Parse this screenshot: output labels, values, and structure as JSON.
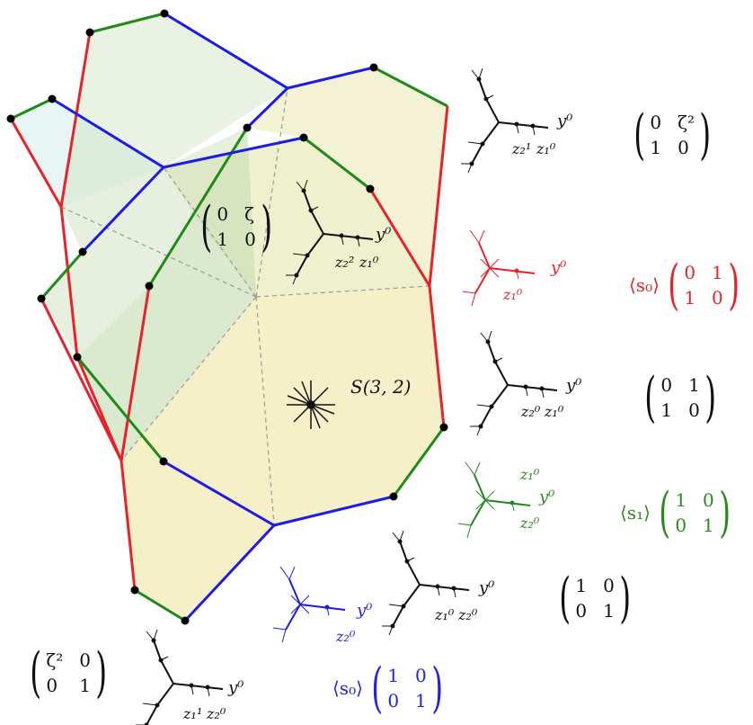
{
  "colors": {
    "red": "#e8222a",
    "green": "#1f8a1a",
    "blue": "#1c1ce6",
    "black": "#111111",
    "fill_yellow": "#efe9a8",
    "fill_green": "#cfe3c2",
    "fill_teal": "#d6ecec"
  },
  "center_label": "S(3, 2)",
  "matrices": [
    {
      "id": "m1",
      "prefix": "",
      "entries": [
        "0",
        "ζ²",
        "1",
        "0"
      ],
      "color": "black"
    },
    {
      "id": "m2",
      "prefix": "⟨s₀⟩",
      "entries": [
        "0",
        "1",
        "1",
        "0"
      ],
      "color": "red"
    },
    {
      "id": "m3",
      "prefix": "",
      "entries": [
        "0",
        "1",
        "1",
        "0"
      ],
      "color": "black"
    },
    {
      "id": "m4",
      "prefix": "⟨s₁⟩",
      "entries": [
        "1",
        "0",
        "0",
        "1"
      ],
      "color": "green"
    },
    {
      "id": "m5",
      "prefix": "",
      "entries": [
        "1",
        "0",
        "0",
        "1"
      ],
      "color": "black"
    },
    {
      "id": "m6",
      "prefix": "⟨s₀⟩",
      "entries": [
        "1",
        "0",
        "0",
        "1"
      ],
      "color": "blue"
    },
    {
      "id": "m7",
      "prefix": "",
      "entries": [
        "ζ²",
        "0",
        "0",
        "1"
      ],
      "color": "black"
    },
    {
      "id": "m8",
      "prefix": "",
      "entries": [
        "0",
        "ζ",
        "1",
        "0"
      ],
      "color": "black"
    }
  ],
  "tree_labels": {
    "t1": {
      "a": "y⁰",
      "b": "z₂¹",
      "c": "z₁⁰"
    },
    "t2": {
      "a": "y⁰",
      "b": "z₂²",
      "c": "z₁⁰"
    },
    "t3": {
      "a": "y⁰",
      "b": "z₁⁰"
    },
    "t4": {
      "a": "y⁰",
      "b": "z₂⁰",
      "c": "z₁⁰"
    },
    "t5": {
      "a": "y⁰",
      "b": "z₁⁰",
      "c": "z₂⁰"
    },
    "t6": {
      "a": "y⁰",
      "b": "z₁⁰",
      "c": "z₂⁰"
    },
    "t7": {
      "a": "y⁰",
      "b": "z₂⁰"
    },
    "t8": {
      "a": "y⁰",
      "b": "z₁¹",
      "c": "z₂⁰"
    }
  }
}
